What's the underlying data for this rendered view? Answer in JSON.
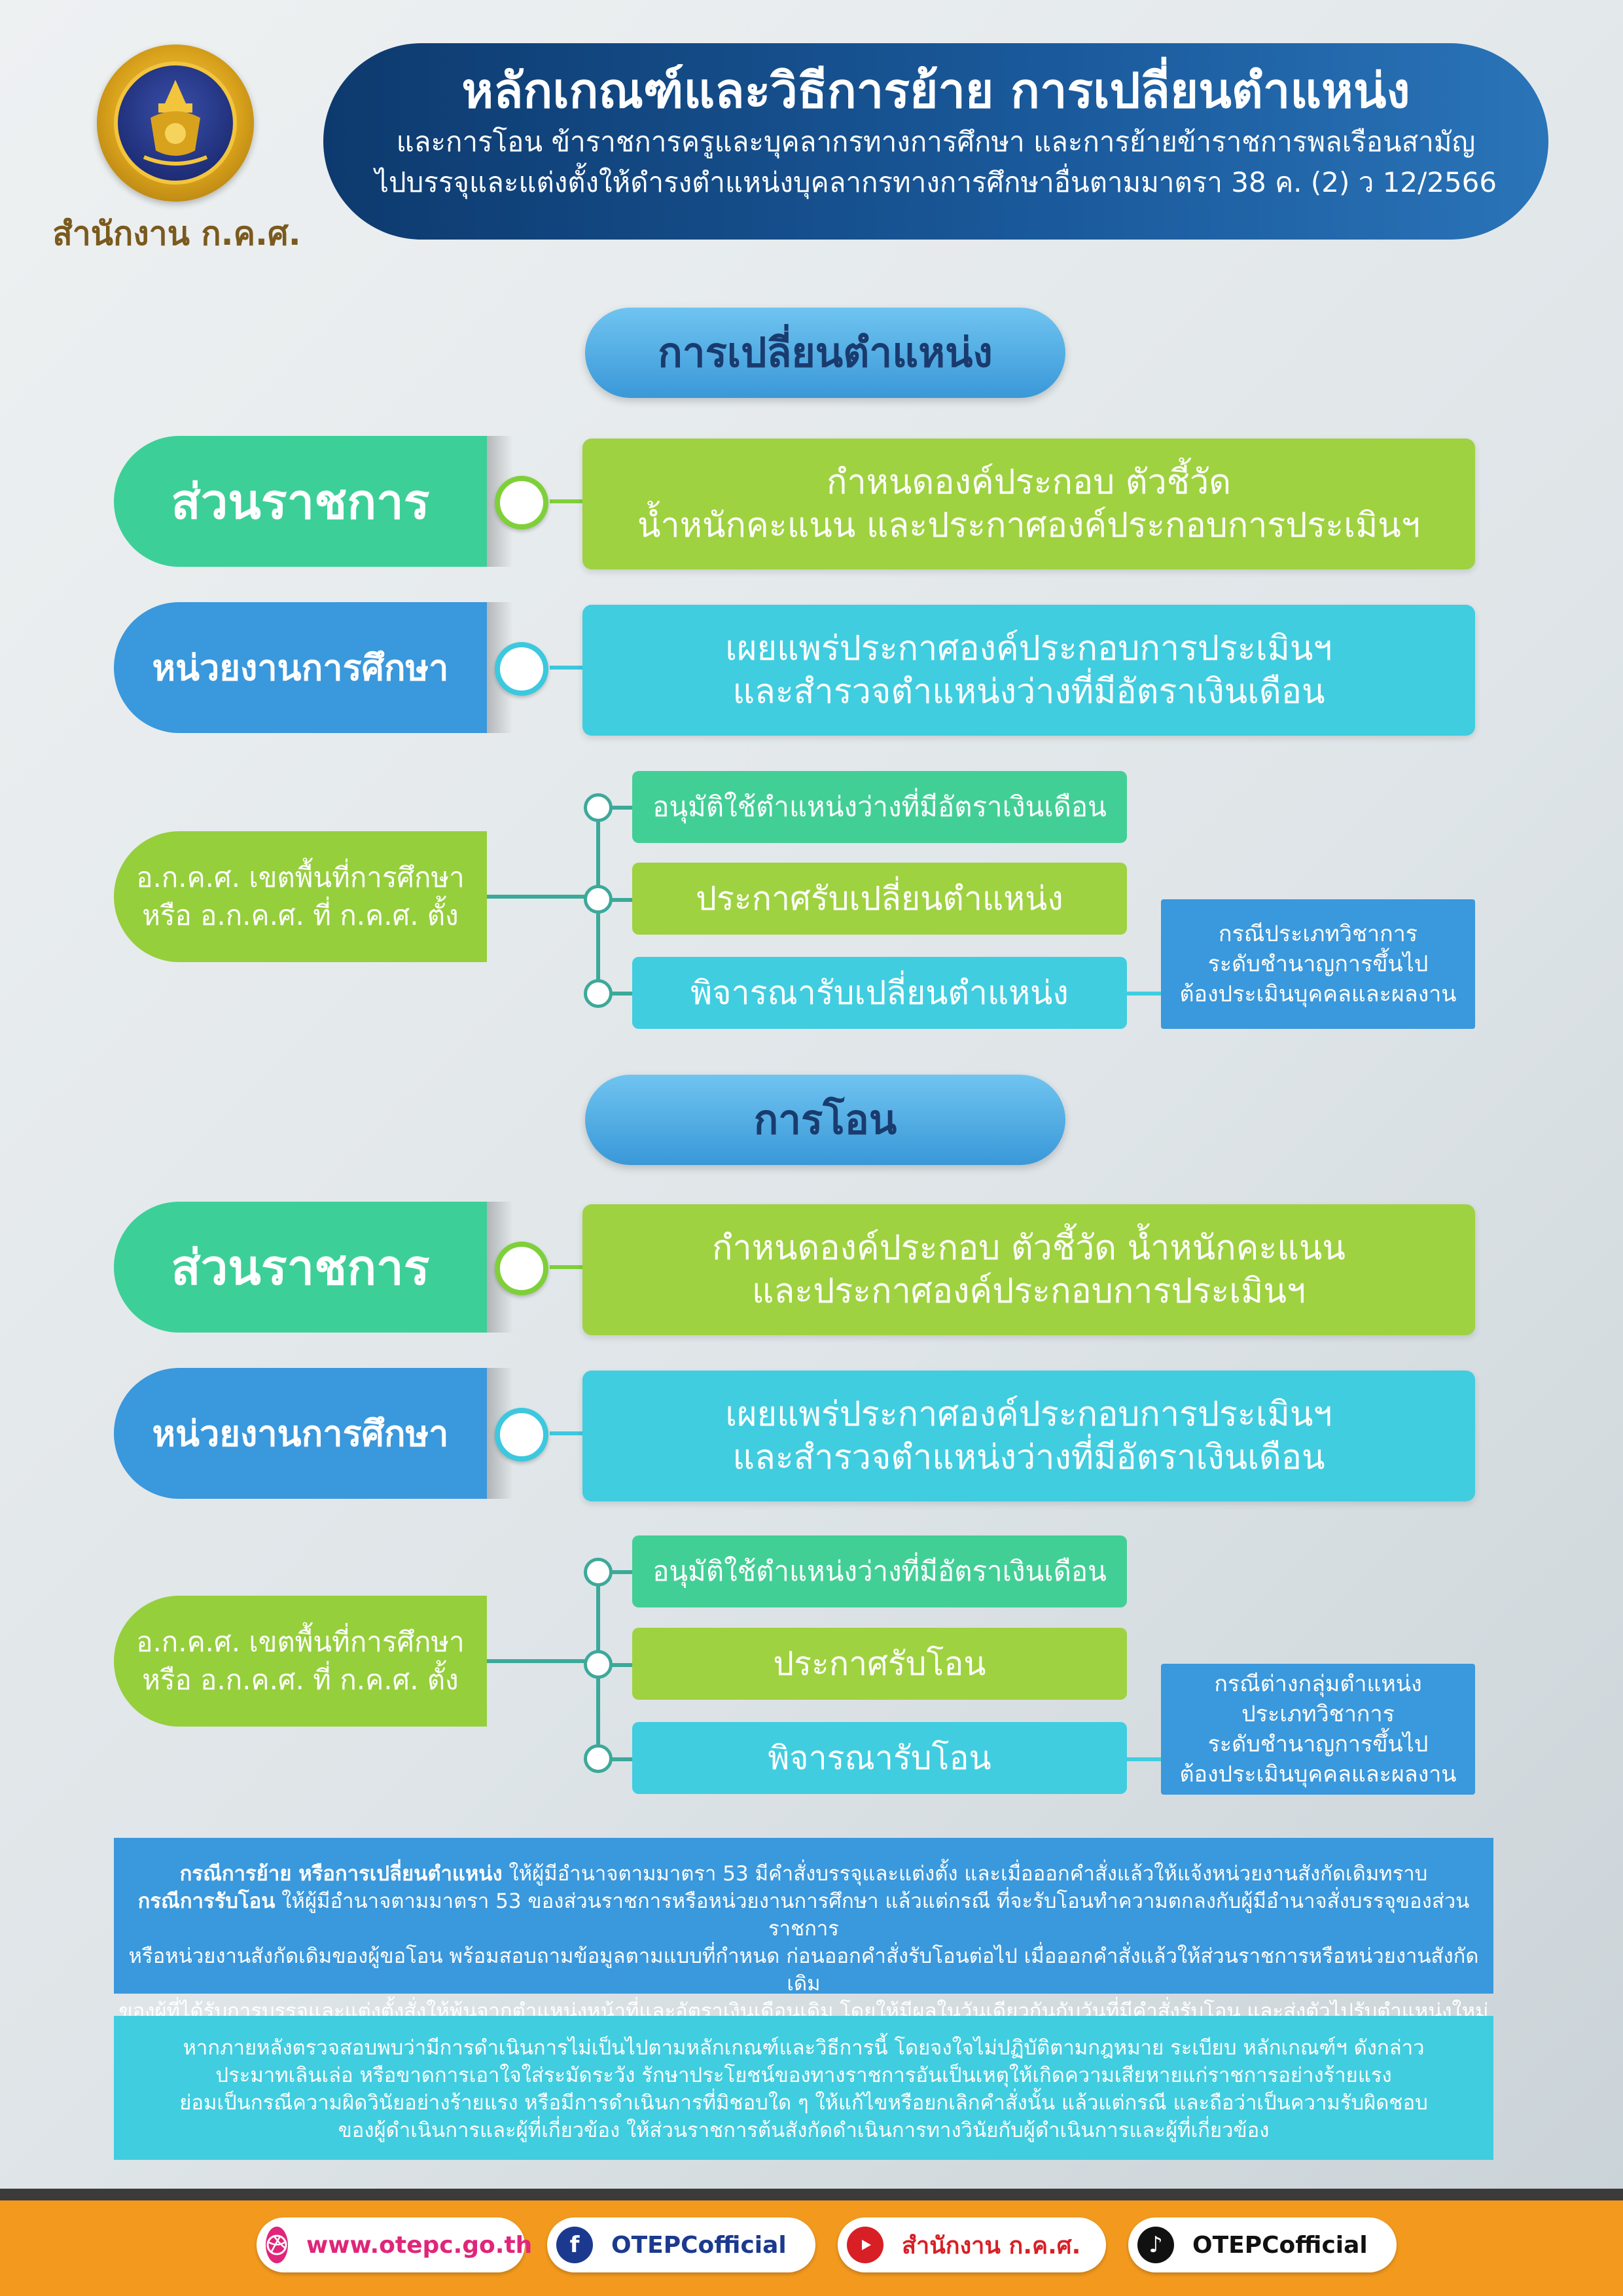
{
  "header": {
    "org_name": "สำนักงาน ก.ค.ศ.",
    "title": "หลักเกณฑ์และวิธีการย้าย การเปลี่ยนตำแหน่ง",
    "subtitle_1": "และการโอน ข้าราชการครูและบุคลากรทางการศึกษา และการย้ายข้าราชการพลเรือนสามัญ",
    "subtitle_2": "ไปบรรจุและแต่งตั้งให้ดำรงตำแหน่งบุคลากรทางการศึกษาอื่นตามมาตรา 38 ค. (2) ว 12/2566"
  },
  "sections": [
    {
      "title": "การเปลี่ยนตำแหน่ง",
      "row1": {
        "label": "ส่วนราชการ",
        "line1": "กำหนดองค์ประกอบ ตัวชี้วัด",
        "line2": "น้ำหนักคะแนน และประกาศองค์ประกอบการประเมินฯ"
      },
      "row2": {
        "label": "หน่วยงานการศึกษา",
        "line1": "เผยแพร่ประกาศองค์ประกอบการประเมินฯ",
        "line2": "และสำรวจตำแหน่งว่างที่มีอัตราเงินเดือน"
      },
      "row3": {
        "label_1": "อ.ก.ค.ศ. เขตพื้นที่การศึกษา",
        "label_2": "หรือ อ.ก.ค.ศ. ที่ ก.ค.ศ. ตั้ง",
        "steps": [
          "อนุมัติใช้ตำแหน่งว่างที่มีอัตราเงินเดือน",
          "ประกาศรับเปลี่ยนตำแหน่ง",
          "พิจารณารับเปลี่ยนตำแหน่ง"
        ],
        "note": [
          "กรณีประเภทวิชาการ",
          "ระดับชำนาญการขึ้นไป",
          "ต้องประเมินบุคคลและผลงาน"
        ]
      }
    },
    {
      "title": "การโอน",
      "row1": {
        "label": "ส่วนราชการ",
        "line1": "กำหนดองค์ประกอบ ตัวชี้วัด น้ำหนักคะแนน",
        "line2": "และประกาศองค์ประกอบการประเมินฯ"
      },
      "row2": {
        "label": "หน่วยงานการศึกษา",
        "line1": "เผยแพร่ประกาศองค์ประกอบการประเมินฯ",
        "line2": "และสำรวจตำแหน่งว่างที่มีอัตราเงินเดือน"
      },
      "row3": {
        "label_1": "อ.ก.ค.ศ. เขตพื้นที่การศึกษา",
        "label_2": "หรือ อ.ก.ค.ศ. ที่ ก.ค.ศ. ตั้ง",
        "steps": [
          "อนุมัติใช้ตำแหน่งว่างที่มีอัตราเงินเดือน",
          "ประกาศรับโอน",
          "พิจารณารับโอน"
        ],
        "note": [
          "กรณีต่างกลุ่มตำแหน่ง",
          "ประเภทวิชาการ",
          "ระดับชำนาญการขึ้นไป",
          "ต้องประเมินบุคคลและผลงาน"
        ]
      }
    }
  ],
  "notes": {
    "blue": {
      "bold_1": "กรณีการย้าย หรือการเปลี่ยนตำแหน่ง",
      "text_1": " ให้ผู้มีอำนาจตามมาตรา 53 มีคำสั่งบรรจุและแต่งตั้ง และเมื่อออกคำสั่งแล้วให้แจ้งหน่วยงานสังกัดเดิมทราบ",
      "bold_2": "กรณีการรับโอน",
      "text_2": " ให้ผู้มีอำนาจตามมาตรา 53 ของส่วนราชการหรือหน่วยงานการศึกษา แล้วแต่กรณี ที่จะรับโอนทำความตกลงกับผู้มีอำนาจสั่งบรรจุของส่วนราชการ",
      "line_3": "หรือหน่วยงานสังกัดเดิมของผู้ขอโอน พร้อมสอบถามข้อมูลตามแบบที่กำหนด ก่อนออกคำสั่งรับโอนต่อไป เมื่อออกคำสั่งแล้วให้ส่วนราชการหรือหน่วยงานสังกัดเดิม",
      "line_4": "ของผู้ที่ได้รับการบรรจุและแต่งตั้งสั่งให้พ้นจากตำแหน่งหน้าที่และอัตราเงินเดือนเดิม โดยให้มีผลในวันเดียวกันกับวันที่มีคำสั่งรับโอน และส่งตัวไปรับตำแหน่งใหม่ต่อไป"
    },
    "cyan": [
      "หากภายหลังตรวจสอบพบว่ามีการดำเนินการไม่เป็นไปตามหลักเกณฑ์และวิธีการนี้ โดยจงใจไม่ปฏิบัติตามกฎหมาย ระเบียบ หลักเกณฑ์ฯ ดังกล่าว",
      "ประมาทเลินเล่อ หรือขาดการเอาใจใส่ระมัดระวัง รักษาประโยชน์ของทางราชการอันเป็นเหตุให้เกิดความเสียหายแก่ราชการอย่างร้ายแรง",
      "ย่อมเป็นกรณีความผิดวินัยอย่างร้ายแรง หรือมีการดำเนินการที่มิชอบใด ๆ ให้แก้ไขหรือยกเลิกคำสั่งนั้น แล้วแต่กรณี และถือว่าเป็นความรับผิดชอบ",
      "ของผู้ดำเนินการและผู้ที่เกี่ยวข้อง ให้ส่วนราชการต้นสังกัดดำเนินการทางวินัยกับผู้ดำเนินการและผู้ที่เกี่ยวข้อง"
    ]
  },
  "footer": {
    "links": [
      {
        "icon": "web-icon",
        "text": "www.otepc.go.th",
        "color": "#e0257a"
      },
      {
        "icon": "facebook-icon",
        "text": "OTEPCofficial",
        "color": "#1b3a8f"
      },
      {
        "icon": "youtube-icon",
        "text": "สำนักงาน ก.ค.ศ.",
        "color": "#d81f26"
      },
      {
        "icon": "tiktok-icon",
        "text": "OTEPCofficial",
        "color": "#111111"
      }
    ]
  }
}
